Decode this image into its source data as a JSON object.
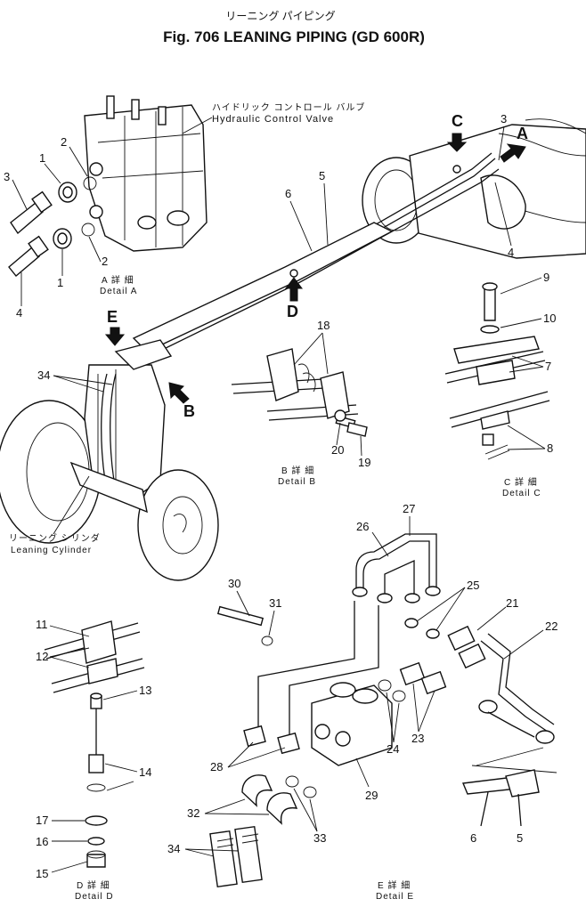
{
  "header": {
    "jp_title": "リーニング パイピング",
    "title": "Fig. 706 LEANING PIPING (GD 600R)"
  },
  "labels": {
    "hcv_jp": "ハイドリック コントロール バルブ",
    "hcv_en": "Hydraulic Control Valve",
    "cyl_jp": "リーニング シリンダ",
    "cyl_en": "Leaning Cylinder"
  },
  "details": {
    "A": {
      "jp": "A 詳 細",
      "en": "Detail A"
    },
    "B": {
      "jp": "B 詳 細",
      "en": "Detail B"
    },
    "C": {
      "jp": "C 詳 細",
      "en": "Detail C"
    },
    "D": {
      "jp": "D 詳 細",
      "en": "Detail D"
    },
    "E": {
      "jp": "E 詳 細",
      "en": "Detail E"
    }
  },
  "view_letters": {
    "A": "A",
    "B": "B",
    "C": "C",
    "D": "D",
    "E": "E"
  },
  "part_numbers": {
    "p1a": "1",
    "p1b": "1",
    "p2a": "2",
    "p2b": "2",
    "p3a": "3",
    "p3b": "3",
    "p4a": "4",
    "p4b": "4",
    "p5a": "5",
    "p5b": "5",
    "p6a": "6",
    "p6b": "6",
    "p7": "7",
    "p8": "8",
    "p9": "9",
    "p10": "10",
    "p11": "11",
    "p12": "12",
    "p13": "13",
    "p14": "14",
    "p15": "15",
    "p16": "16",
    "p17": "17",
    "p18": "18",
    "p19": "19",
    "p20": "20",
    "p21": "21",
    "p22": "22",
    "p23": "23",
    "p24": "24",
    "p25": "25",
    "p26": "26",
    "p27": "27",
    "p28": "28",
    "p29": "29",
    "p30": "30",
    "p31": "31",
    "p32": "32",
    "p33": "33",
    "p34a": "34",
    "p34b": "34"
  }
}
